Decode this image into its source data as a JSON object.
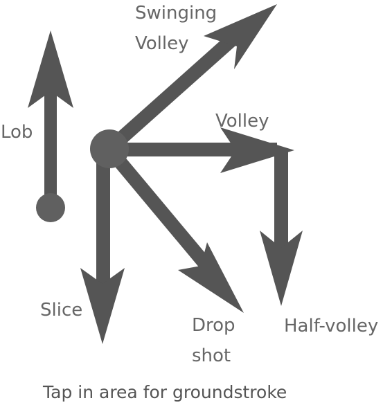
{
  "colors": {
    "background": "#ffffff",
    "arrow": "#555555",
    "origin_dot": "#606060",
    "label_text": "#666666",
    "hint_text": "#555555"
  },
  "labels": {
    "swinging_volley_line1": "Swinging",
    "swinging_volley_line2": "Volley",
    "volley": "Volley",
    "lob": "Lob",
    "slice": "Slice",
    "drop_shot_line1": "Drop",
    "drop_shot_line2": "shot",
    "half_volley": "Half-volley"
  },
  "hint": "Tap in area for groundstroke"
}
